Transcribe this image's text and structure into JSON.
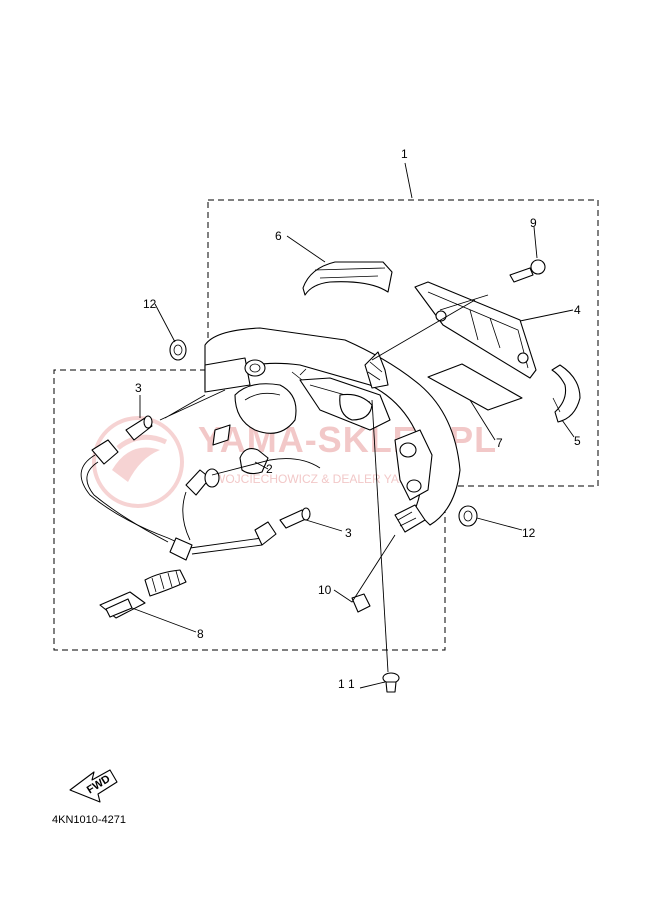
{
  "diagram_code": "4KN1010-4271",
  "fwd_label": "FWD",
  "watermark": {
    "brand": "YAMA-SKLEP.PL",
    "tagline": "WOJCIECHOWICZ & DEALER YAMAHA"
  },
  "callouts": [
    {
      "id": "1",
      "label": "1"
    },
    {
      "id": "2",
      "label": "2"
    },
    {
      "id": "3a",
      "label": "3"
    },
    {
      "id": "3b",
      "label": "3"
    },
    {
      "id": "4",
      "label": "4"
    },
    {
      "id": "5",
      "label": "5"
    },
    {
      "id": "6",
      "label": "6"
    },
    {
      "id": "7",
      "label": "7"
    },
    {
      "id": "8",
      "label": "8"
    },
    {
      "id": "9",
      "label": "9"
    },
    {
      "id": "10",
      "label": "10"
    },
    {
      "id": "11",
      "label": "1 1"
    },
    {
      "id": "12a",
      "label": "12"
    },
    {
      "id": "12b",
      "label": "12"
    }
  ]
}
